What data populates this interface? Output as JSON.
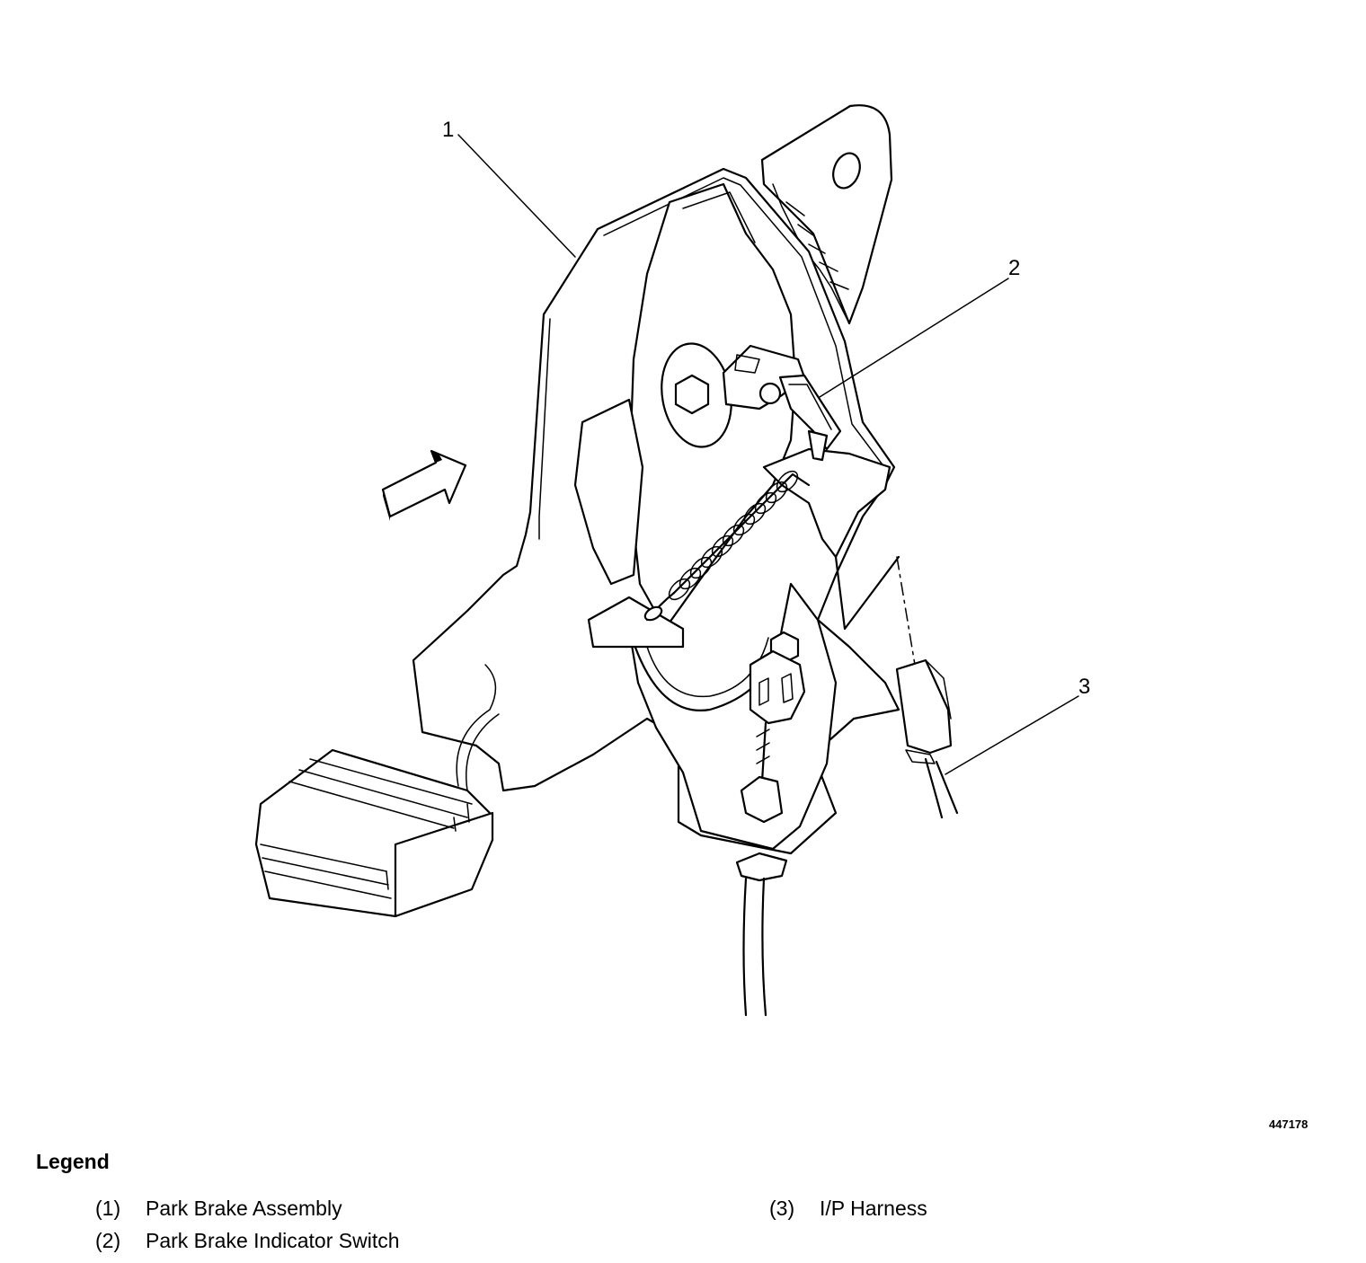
{
  "figure_id": "447178",
  "callouts": [
    {
      "number": "1",
      "target": "Park Brake Assembly"
    },
    {
      "number": "2",
      "target": "Park Brake Indicator Switch"
    },
    {
      "number": "3",
      "target": "I/P Harness"
    }
  ],
  "legend": {
    "title": "Legend",
    "items": [
      {
        "number": "(1)",
        "label": "Park Brake Assembly"
      },
      {
        "number": "(2)",
        "label": "Park Brake Indicator Switch"
      },
      {
        "number": "(3)",
        "label": "I/P Harness"
      }
    ]
  }
}
